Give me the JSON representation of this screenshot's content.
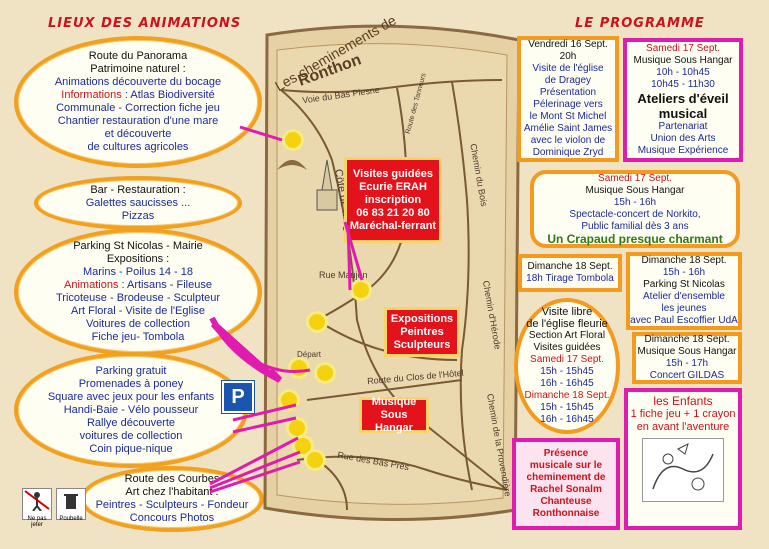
{
  "headers": {
    "left": "LIEUX DES ANIMATIONS",
    "right": "LE PROGRAMME"
  },
  "left": {
    "panorama": {
      "l1": "Route du Panorama",
      "l2": "Patrimoine naturel :",
      "l3": "Animations découverte du bocage",
      "l4a": "Informations",
      "l4b": " : Atlas Biodiversité",
      "l5": "Communale - Correction fiche jeu",
      "l6": "Chantier restauration d'une mare",
      "l7": "et découverte",
      "l8": "de cultures agricoles"
    },
    "bar": {
      "l1": "Bar - Restauration :",
      "l2": "Galettes saucisses ...",
      "l3": "Pizzas"
    },
    "parking": {
      "l1": "Parking St Nicolas - Mairie",
      "l2": "Expositions :",
      "l3": "Marins - Poilus 14 - 18",
      "l4a": "Animations",
      "l4b": " : Artisans - Fileuse",
      "l5": "Tricoteuse - Brodeuse - Sculpteur",
      "l6": "Art Floral - Visite de l'Eglise",
      "l7": "Voitures de collection",
      "l8": "Fiche jeu- Tombola"
    },
    "gratuit": {
      "l1": "Parking gratuit",
      "l2": "Promenades à poney",
      "l3": "Square avec jeux pour les enfants",
      "l4": "Handi-Baie - Vélo pousseur",
      "l5": "Rallye découverte",
      "l6": "voitures de collection",
      "l7": "Coin pique-nique"
    },
    "courbes": {
      "l1": "Route des Courbes",
      "l2": "Art chez l'habitant :",
      "l3": "Peintres - Sculpteurs - Fondeur",
      "l4": "Concours Photos"
    },
    "pictos": {
      "a": "Ne pas jeter",
      "b": "Poubelle"
    },
    "parking_sign": "P"
  },
  "map": {
    "title1": "Les cheminements de",
    "title2": "Ronthon",
    "roads": {
      "bas_plesne": "Voie du Bas Plesne",
      "bas_tanneur": "Route des Tanneurs",
      "chemin_bois": "Chemin du Bois",
      "magny": "Côte de Magny",
      "maujon": "Rue Maujon",
      "chemin_herode": "Chemin d'Hérode",
      "clos": "Route du Clos de l'Hôtel",
      "bas_pres": "Rue des Bas Prés",
      "provendiere": "Chemin de la Provendière",
      "depart": "Départ"
    },
    "erah": {
      "l1": "Visites guidées",
      "l2": "Ecurie ERAH",
      "l3": "inscription",
      "l4": "06 83 21 20 80",
      "l5": "Maréchal-ferrant"
    },
    "expo": {
      "l1": "Expositions",
      "l2": "Peintres",
      "l3": "Sculpteurs"
    },
    "musique": {
      "l1": "Musique",
      "l2": "Sous Hangar"
    }
  },
  "right": {
    "vendredi": {
      "l1": "Vendredi 16 Sept.",
      "l2": "20h",
      "l3": "Visite de l'église",
      "l4": "de Dragey",
      "l5": "Présentation",
      "l6": "Pélerinage vers",
      "l7": "le Mont St Michel",
      "l8": "Amélie Saint James",
      "l9": "avec le violon de",
      "l10": "Dominique Zryd"
    },
    "sam1": {
      "l1": "Samedi 17 Sept.",
      "l2": "Musique Sous Hangar",
      "l3": "10h - 10h45",
      "l4": "10h45 - 11h30",
      "l5": "Ateliers d'éveil",
      "l6": "musical",
      "l7": "Partenariat",
      "l8": "Union des Arts",
      "l9": "Musique Expérience"
    },
    "sam2": {
      "l1": "Samedi 17 Sept.",
      "l2": "Musique Sous Hangar",
      "l3": "15h - 16h",
      "l4": "Spectacle-concert de Norkito,",
      "l5": "Public familial dès 3 ans",
      "l6": "Un Crapaud presque charmant"
    },
    "dim1": {
      "l1": "Dimanche 18 Sept.",
      "l2": "18h Tirage Tombola"
    },
    "dim2": {
      "l1": "Dimanche 18 Sept.",
      "l2": "15h - 16h",
      "l3": "Parking St Nicolas",
      "l4": "Atelier d'ensemble",
      "l5": "les jeunes",
      "l6": "avec Paul Escoffier UdA"
    },
    "eglise": {
      "l1": "Visite libre",
      "l2": "de l'église fleurie",
      "l3": "Section Art Floral",
      "l4": "Visites guidées",
      "l5": "Samedi 17 Sept.",
      "l6": "15h - 15h45",
      "l7": "16h - 16h45",
      "l8": "Dimanche 18 Sept.",
      "l9": "15h - 15h45",
      "l10": "16h - 16h45"
    },
    "dim3": {
      "l1": "Dimanche 18 Sept.",
      "l2": "Musique Sous Hangar",
      "l3": "15h - 17h",
      "l4": "Concert GILDAS"
    },
    "enfants": {
      "l1": "les Enfants",
      "l2": "1 fiche jeu + 1 crayon",
      "l3": "en avant l'aventure"
    },
    "presence": {
      "l1": "Présence",
      "l2": "musicale sur le",
      "l3": "cheminement de",
      "l4": "Rachel Sonalm",
      "l5": "Chanteuse",
      "l6": "Ronthonnaise"
    }
  }
}
